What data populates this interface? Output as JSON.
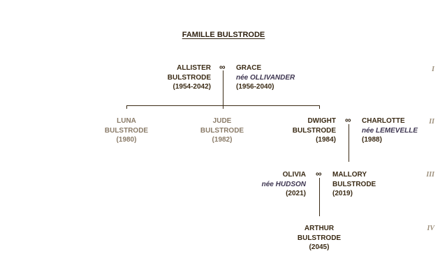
{
  "title": "FAMILLE BULSTRODE",
  "marriage_symbol": "∞",
  "generations": [
    "I",
    "II",
    "III",
    "IV"
  ],
  "people": {
    "allister": {
      "first": "ALLISTER",
      "last": "BULSTRODE",
      "years": "(1954-2042)"
    },
    "grace": {
      "first": "GRACE",
      "nee": "née OLLIVANDER",
      "years": "(1956-2040)"
    },
    "luna": {
      "first": "LUNA",
      "last": "BULSTRODE",
      "years": "(1980)"
    },
    "jude": {
      "first": "JUDE",
      "last": "BULSTRODE",
      "years": "(1982)"
    },
    "dwight": {
      "first": "DWIGHT",
      "last": "BULSTRODE",
      "years": "(1984)"
    },
    "charlotte": {
      "first": "CHARLOTTE",
      "nee": "née LEMEVELLE",
      "years": "(1988)"
    },
    "olivia": {
      "first": "OLIVIA",
      "nee": "née HUDSON",
      "years": "(2021)"
    },
    "mallory": {
      "first": "MALLORY",
      "last": "BULSTRODE",
      "years": "(2019)"
    },
    "arthur": {
      "first": "ARTHUR",
      "last": "BULSTRODE",
      "years": "(2045)"
    }
  },
  "colors": {
    "text": "#3a2a14",
    "dim_text": "#8a7b68",
    "spouse_name": "#3d3550"
  }
}
